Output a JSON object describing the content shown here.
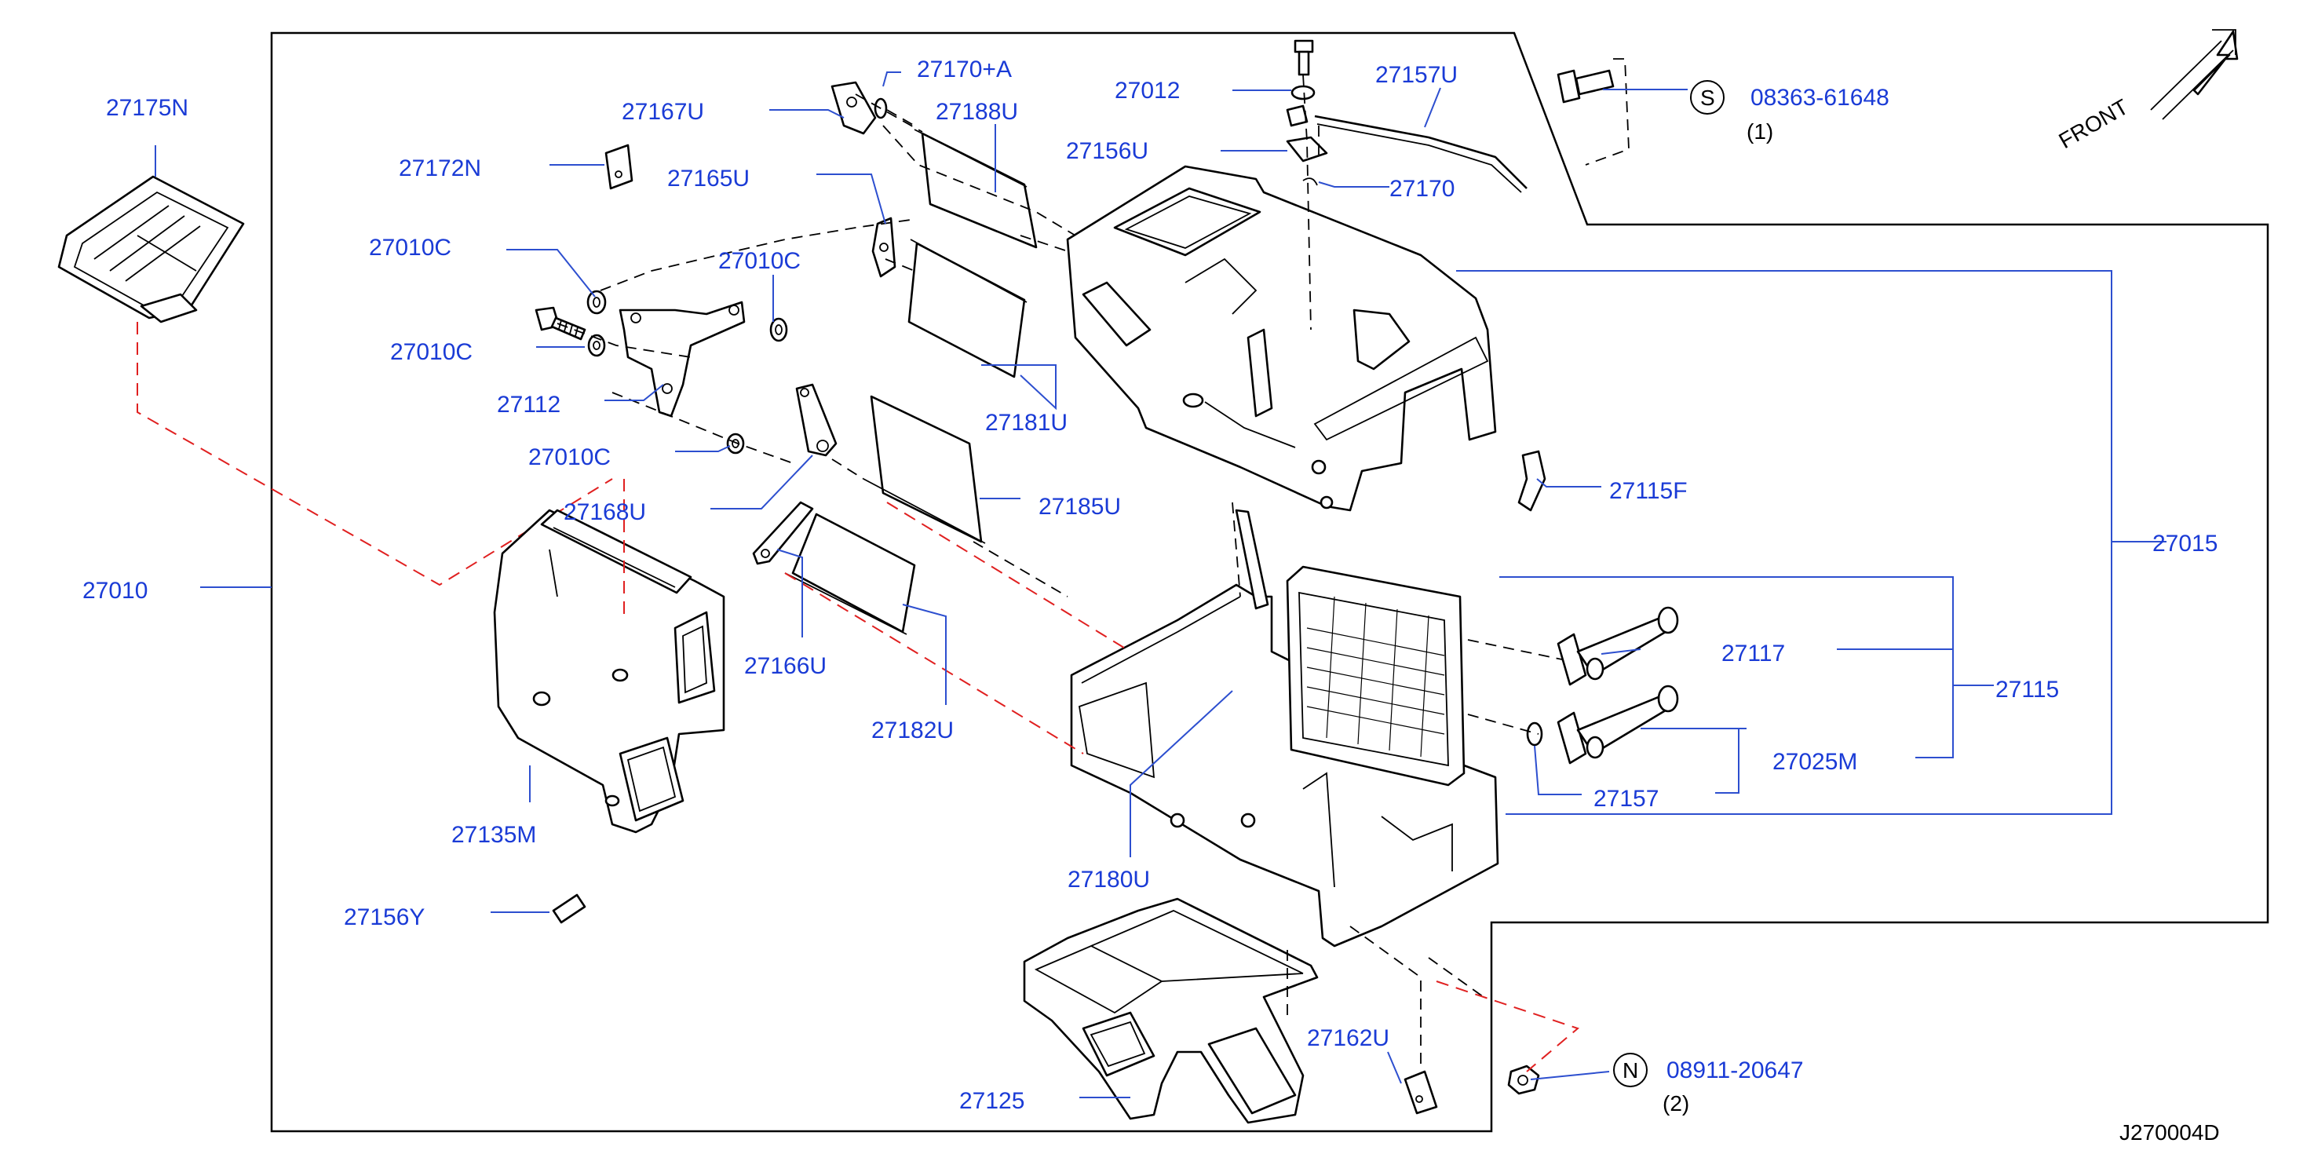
{
  "diagram": {
    "code": "J270004D",
    "front_label": "FRONT",
    "colors": {
      "label": "#1a3bd6",
      "leader": "#2d4fcf",
      "reference_dash": "#e02020",
      "line": "#000000"
    },
    "fasteners": {
      "s": {
        "symbol": "S",
        "part": "08363-61648",
        "qty": "(1)"
      },
      "n": {
        "symbol": "N",
        "part": "08911-20647",
        "qty": "(2)"
      }
    },
    "parts": {
      "p27175N": "27175N",
      "p27010": "27010",
      "p27167U": "27167U",
      "p27170A": "27170+A",
      "p27188U": "27188U",
      "p27012": "27012",
      "p27157U": "27157U",
      "p27172N": "27172N",
      "p27165U": "27165U",
      "p27156U": "27156U",
      "p27170": "27170",
      "p27010C_1": "27010C",
      "p27010C_2": "27010C",
      "p27010C_3": "27010C",
      "p27010C_4": "27010C",
      "p27112": "27112",
      "p27181U": "27181U",
      "p27185U": "27185U",
      "p27168U": "27168U",
      "p27166U": "27166U",
      "p27182U": "27182U",
      "p27135M": "27135M",
      "p27156Y": "27156Y",
      "p27115F": "27115F",
      "p27015": "27015",
      "p27117": "27117",
      "p27115": "27115",
      "p27025M": "27025M",
      "p27157": "27157",
      "p27180U": "27180U",
      "p27162U": "27162U",
      "p27125": "27125"
    }
  }
}
